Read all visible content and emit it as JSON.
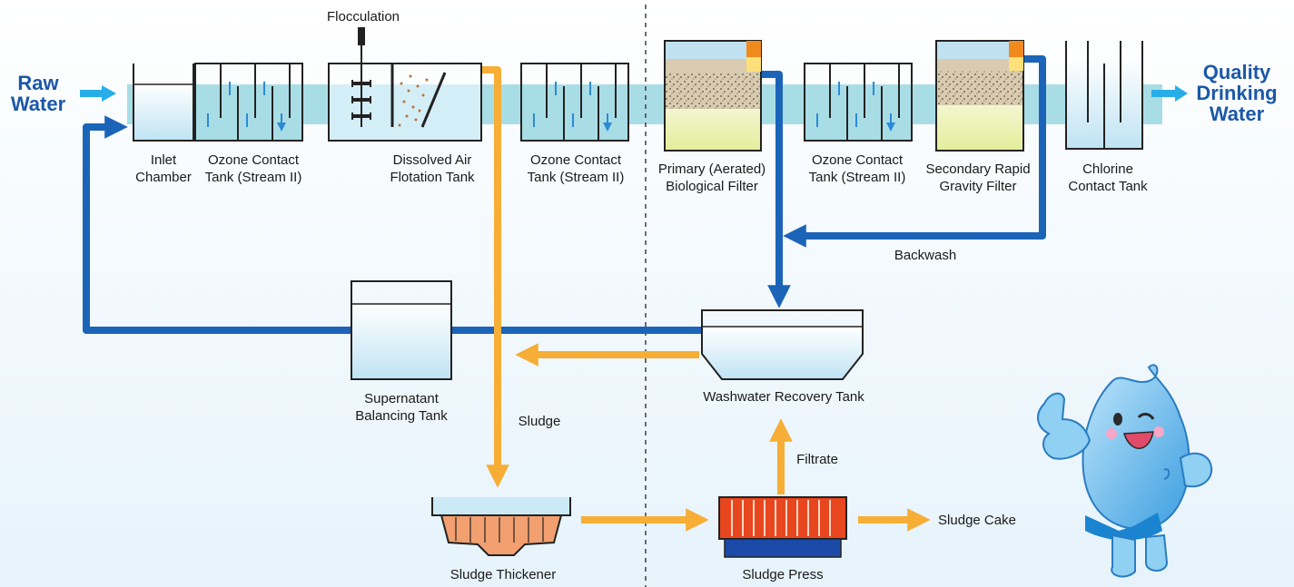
{
  "io": {
    "raw_water": [
      "Raw",
      "Water"
    ],
    "drinking_water": [
      "Quality",
      "Drinking",
      "Water"
    ]
  },
  "labels": {
    "flocculation": "Flocculation",
    "inlet_chamber": [
      "Inlet",
      "Chamber"
    ],
    "ozone_1": [
      "Ozone Contact",
      "Tank (Stream II)"
    ],
    "daf": [
      "Dissolved Air",
      "Flotation Tank"
    ],
    "ozone_2": [
      "Ozone Contact",
      "Tank (Stream II)"
    ],
    "primary_filter": [
      "Primary (Aerated)",
      "Biological Filter"
    ],
    "ozone_3": [
      "Ozone Contact",
      "Tank (Stream II)"
    ],
    "secondary_filter": [
      "Secondary Rapid",
      "Gravity Filter"
    ],
    "chlorine": [
      "Chlorine",
      "Contact Tank"
    ],
    "backwash": "Backwash",
    "supernatant": [
      "Supernatant",
      "Balancing Tank"
    ],
    "washwater": "Washwater Recovery Tank",
    "sludge": "Sludge",
    "filtrate": "Filtrate",
    "sludge_cake": "Sludge Cake",
    "thickener": "Sludge Thickener",
    "press": "Sludge Press"
  },
  "colors": {
    "water_pipe": "#a9dde6",
    "blue_flow": "#1b64b8",
    "orange_flow": "#f6ae36",
    "cyan_arrow": "#27aee8",
    "title_blue": "#1b58a8",
    "tank_fill": "#cbe9f6",
    "press_red": "#e8461e",
    "press_base": "#1c4aa8"
  },
  "mascot": "water-drop-thumbs-up"
}
